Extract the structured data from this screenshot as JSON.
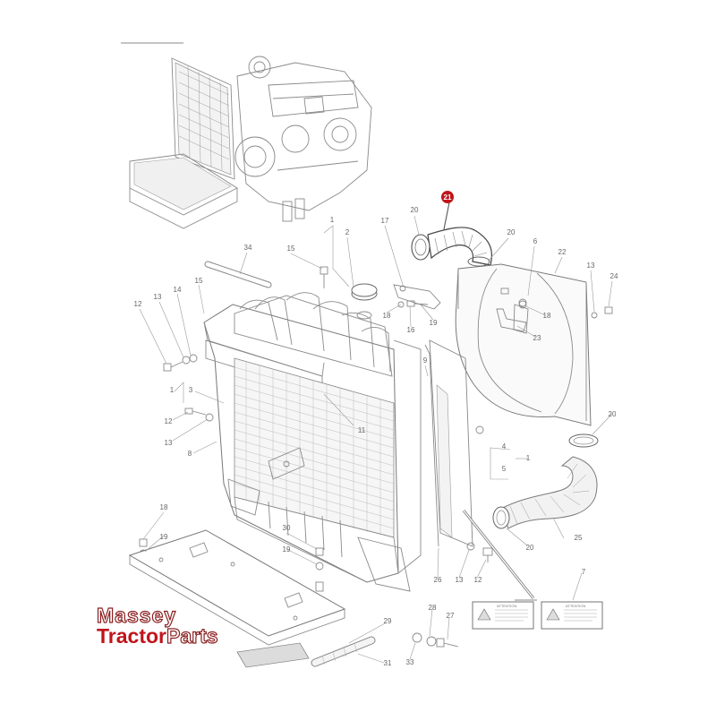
{
  "diagram": {
    "highlighted_part": "21",
    "callouts": [
      {
        "id": "c21",
        "label": "21",
        "highlight": true
      },
      {
        "id": "c20a",
        "label": "20"
      },
      {
        "id": "c20b",
        "label": "20"
      },
      {
        "id": "c20c",
        "label": "20"
      },
      {
        "id": "c20d",
        "label": "20"
      },
      {
        "id": "c1a",
        "label": "1"
      },
      {
        "id": "c2",
        "label": "2"
      },
      {
        "id": "c17",
        "label": "17"
      },
      {
        "id": "c6",
        "label": "6"
      },
      {
        "id": "c22",
        "label": "22"
      },
      {
        "id": "c13a",
        "label": "13"
      },
      {
        "id": "c24",
        "label": "24"
      },
      {
        "id": "c34",
        "label": "34"
      },
      {
        "id": "c15a",
        "label": "15"
      },
      {
        "id": "c18a",
        "label": "18"
      },
      {
        "id": "c19a",
        "label": "19"
      },
      {
        "id": "c16",
        "label": "16"
      },
      {
        "id": "c18b",
        "label": "18"
      },
      {
        "id": "c23",
        "label": "23"
      },
      {
        "id": "c12a",
        "label": "12"
      },
      {
        "id": "c13b",
        "label": "13"
      },
      {
        "id": "c14",
        "label": "14"
      },
      {
        "id": "c15b",
        "label": "15"
      },
      {
        "id": "c1b",
        "label": "1"
      },
      {
        "id": "c3",
        "label": "3"
      },
      {
        "id": "c12b",
        "label": "12"
      },
      {
        "id": "c13c",
        "label": "13"
      },
      {
        "id": "c8",
        "label": "8"
      },
      {
        "id": "c11",
        "label": "11"
      },
      {
        "id": "c9",
        "label": "9"
      },
      {
        "id": "c4",
        "label": "4"
      },
      {
        "id": "c5",
        "label": "5"
      },
      {
        "id": "c1c",
        "label": "1"
      },
      {
        "id": "c25",
        "label": "25"
      },
      {
        "id": "c18c",
        "label": "18"
      },
      {
        "id": "c19b",
        "label": "19"
      },
      {
        "id": "c30",
        "label": "30"
      },
      {
        "id": "c19c",
        "label": "19"
      },
      {
        "id": "c26",
        "label": "26"
      },
      {
        "id": "c13d",
        "label": "13"
      },
      {
        "id": "c12c",
        "label": "12"
      },
      {
        "id": "c7",
        "label": "7"
      },
      {
        "id": "c29",
        "label": "29"
      },
      {
        "id": "c28",
        "label": "28"
      },
      {
        "id": "c27",
        "label": "27"
      },
      {
        "id": "c31",
        "label": "31"
      },
      {
        "id": "c33",
        "label": "33"
      }
    ]
  },
  "logo": {
    "line1": "Massey",
    "line2_red": "Tractor",
    "line2_white": "Parts"
  },
  "warning_labels": [
    {
      "title": "ATTENTION"
    },
    {
      "title": "ATTENTION"
    }
  ],
  "colors": {
    "highlight": "#c0141b",
    "linework": "#8a8a8a",
    "logo_red": "#c0141b"
  }
}
